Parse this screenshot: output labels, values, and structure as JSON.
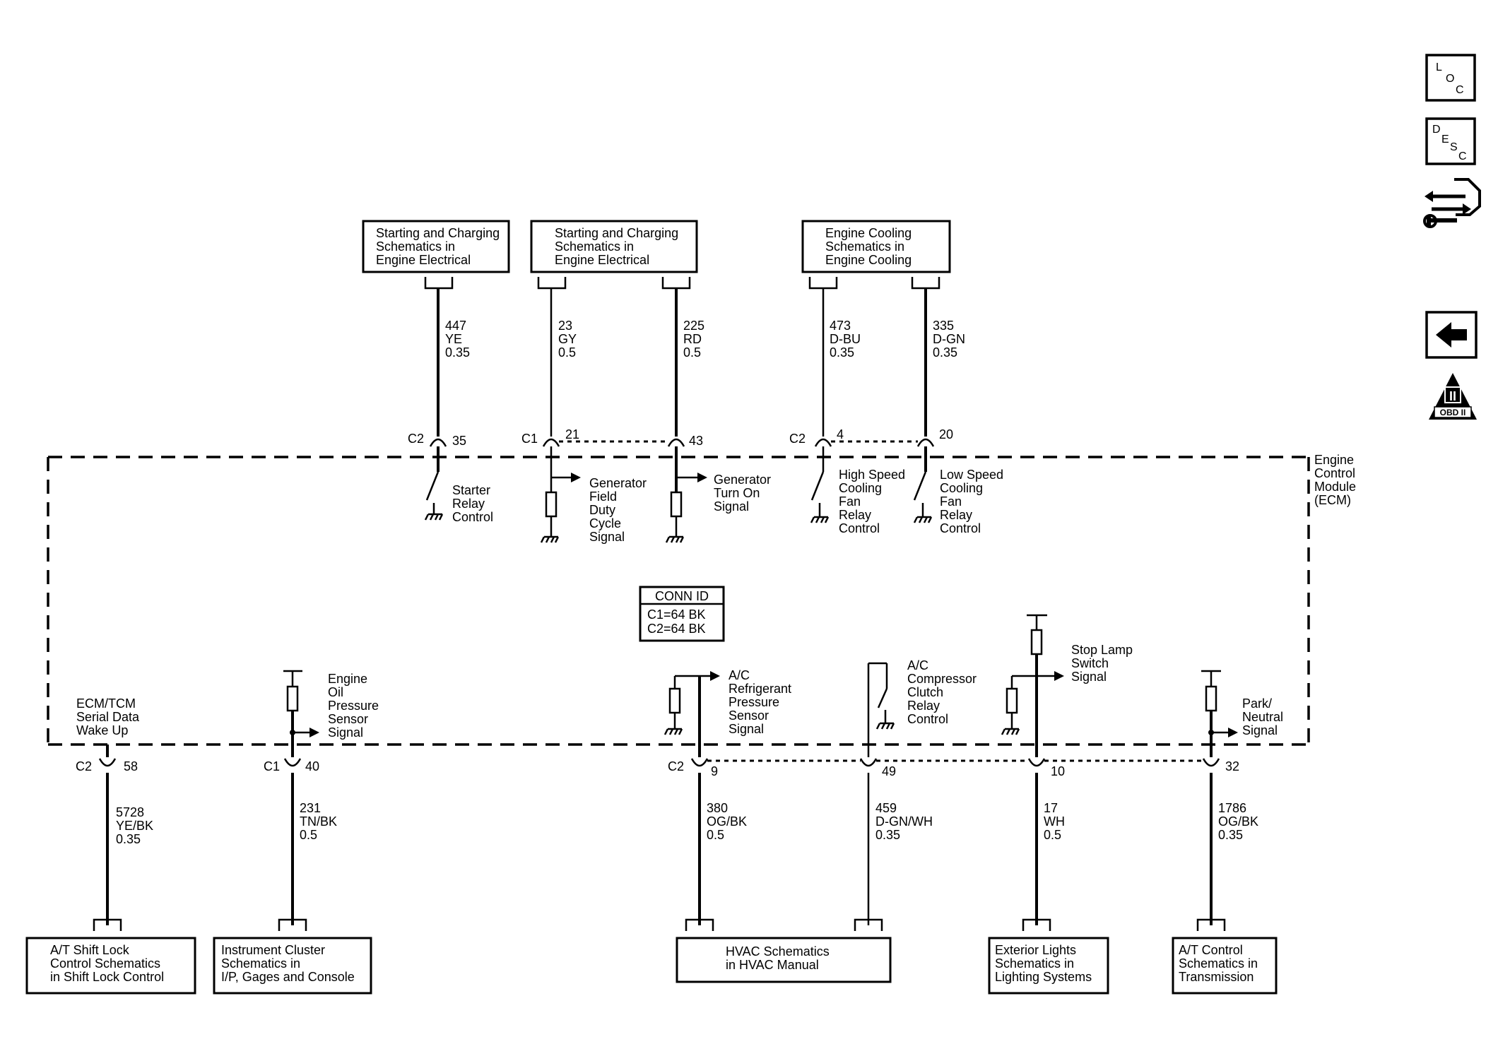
{
  "top_boxes": [
    {
      "lines": [
        "Starting and Charging",
        "Schematics in",
        "Engine Electrical"
      ]
    },
    {
      "lines": [
        "Starting and Charging",
        "Schematics in",
        "Engine Electrical"
      ]
    },
    {
      "lines": [
        "Engine Cooling",
        "Schematics in",
        "Engine Cooling"
      ]
    }
  ],
  "bottom_boxes": [
    {
      "lines": [
        "A/T Shift Lock",
        "Control Schematics",
        "in Shift Lock Control"
      ]
    },
    {
      "lines": [
        "Instrument Cluster",
        "Schematics in",
        "I/P, Gages and Console"
      ]
    },
    {
      "lines": [
        "HVAC Schematics",
        "in HVAC Manual"
      ]
    },
    {
      "lines": [
        "Exterior Lights",
        "Schematics in",
        "Lighting Systems"
      ]
    },
    {
      "lines": [
        "A/T Control",
        "Schematics in",
        "Transmission"
      ]
    }
  ],
  "top_wires": [
    {
      "circuit": "447",
      "color": "YE",
      "size": "0.35",
      "connector": "C2",
      "pin": "35"
    },
    {
      "circuit": "23",
      "color": "GY",
      "size": "0.5",
      "connector": "C1",
      "pin": "21"
    },
    {
      "circuit": "225",
      "color": "RD",
      "size": "0.5",
      "connector": "",
      "pin": "43"
    },
    {
      "circuit": "473",
      "color": "D-BU",
      "size": "0.35",
      "connector": "C2",
      "pin": "4"
    },
    {
      "circuit": "335",
      "color": "D-GN",
      "size": "0.35",
      "connector": "",
      "pin": "20"
    }
  ],
  "bottom_wires": [
    {
      "circuit": "5728",
      "color": "YE/BK",
      "size": "0.35",
      "connector": "C2",
      "pin": "58"
    },
    {
      "circuit": "231",
      "color": "TN/BK",
      "size": "0.5",
      "connector": "C1",
      "pin": "40"
    },
    {
      "circuit": "380",
      "color": "OG/BK",
      "size": "0.5",
      "connector": "C2",
      "pin": "9"
    },
    {
      "circuit": "459",
      "color": "D-GN/WH",
      "size": "0.35",
      "connector": "",
      "pin": "49"
    },
    {
      "circuit": "17",
      "color": "WH",
      "size": "0.5",
      "connector": "",
      "pin": "10"
    },
    {
      "circuit": "1786",
      "color": "OG/BK",
      "size": "0.35",
      "connector": "",
      "pin": "32"
    }
  ],
  "internal_labels": {
    "starter": [
      "Starter",
      "Relay",
      "Control"
    ],
    "gen_field": [
      "Generator",
      "Field",
      "Duty",
      "Cycle",
      "Signal"
    ],
    "gen_turn_on": [
      "Generator",
      "Turn On",
      "Signal"
    ],
    "high_speed": [
      "High Speed",
      "Cooling",
      "Fan",
      "Relay",
      "Control"
    ],
    "low_speed": [
      "Low Speed",
      "Cooling",
      "Fan",
      "Relay",
      "Control"
    ],
    "serial_wake": [
      "ECM/TCM",
      "Serial Data",
      "Wake Up"
    ],
    "oil_pressure": [
      "Engine",
      "Oil",
      "Pressure",
      "Sensor",
      "Signal"
    ],
    "ac_refrig": [
      "A/C",
      "Refrigerant",
      "Pressure",
      "Sensor",
      "Signal"
    ],
    "ac_clutch": [
      "A/C",
      "Compressor",
      "Clutch",
      "Relay",
      "Control"
    ],
    "stop_lamp": [
      "Stop Lamp",
      "Switch",
      "Signal"
    ],
    "park_neutral": [
      "Park/",
      "Neutral",
      "Signal"
    ]
  },
  "module_label": [
    "Engine",
    "Control",
    "Module",
    "(ECM)"
  ],
  "conn_id": {
    "title": "CONN ID",
    "lines": [
      "C1=64 BK",
      "C2=64 BK"
    ]
  },
  "icons": [
    {
      "name": "location-icon",
      "letters": [
        "L",
        "O",
        "C"
      ]
    },
    {
      "name": "description-icon",
      "letters": [
        "D",
        "E",
        "S",
        "C"
      ]
    },
    {
      "name": "connector-repair-icon"
    },
    {
      "name": "back-arrow-icon"
    },
    {
      "name": "obd-ii-icon",
      "badge_top": "II",
      "badge_bottom": "OBD II"
    }
  ]
}
